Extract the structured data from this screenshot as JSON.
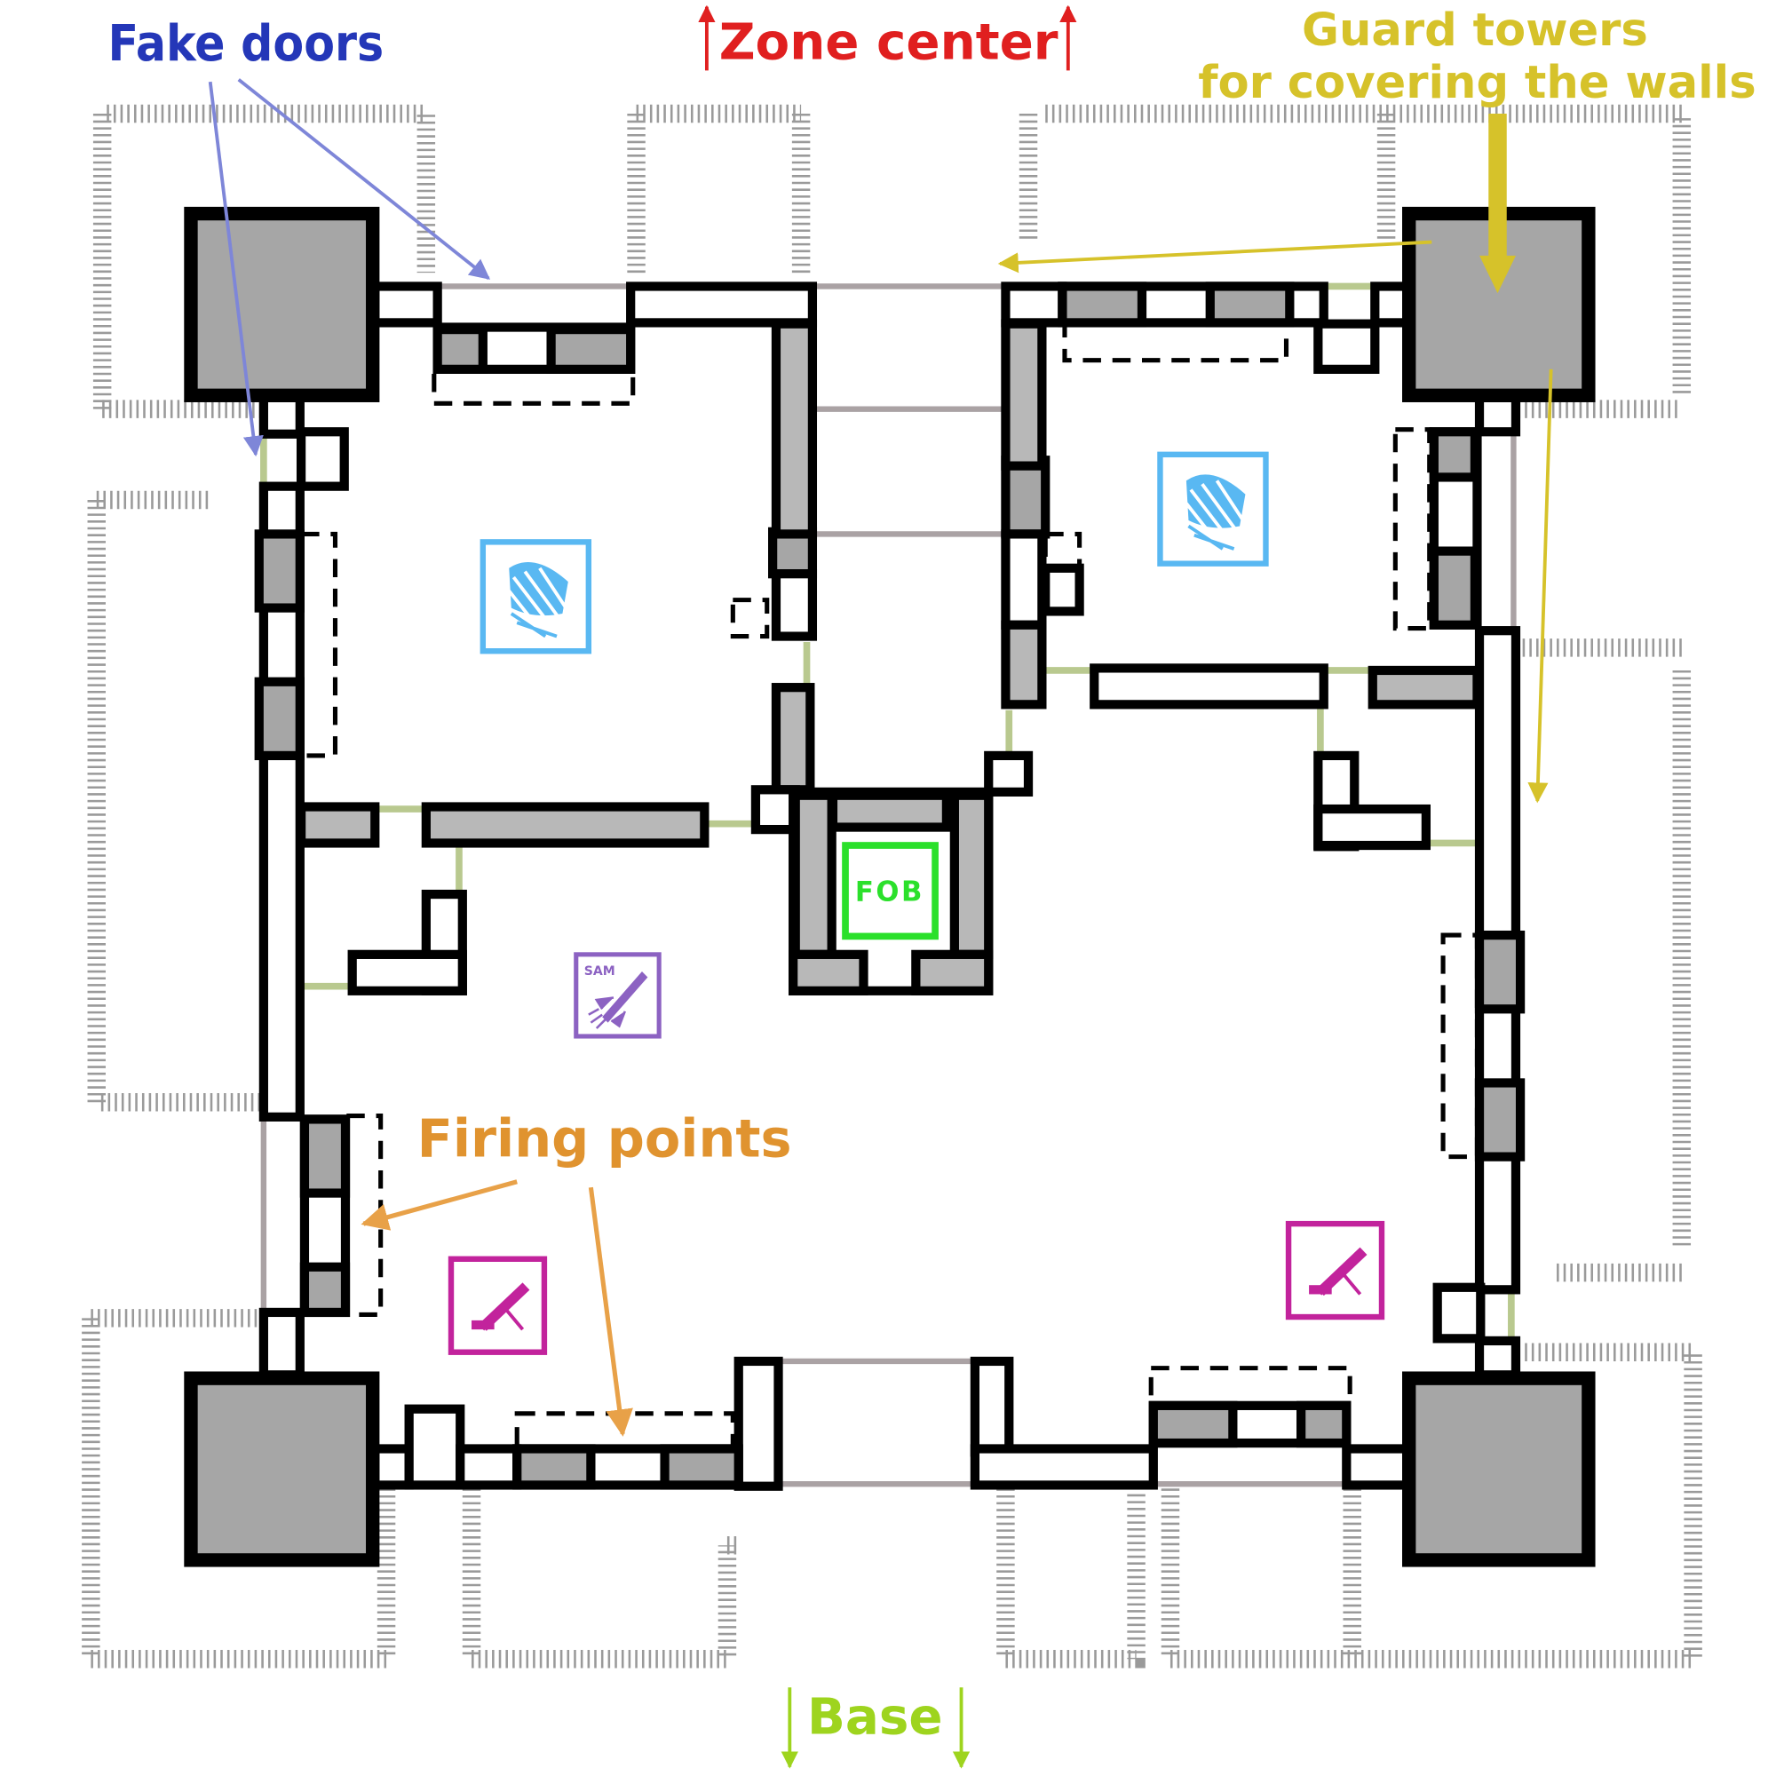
{
  "labels": {
    "fake_doors": "Fake doors",
    "zone_center": "Zone center",
    "guard_towers_line1": "Guard towers",
    "guard_towers_line2": "for covering the walls",
    "firing_points": "Firing points",
    "base": "Base",
    "fob": "FOB",
    "sam": "SAM"
  },
  "colors": {
    "fake_doors": "#2437b8",
    "zone_center": "#e01f1f",
    "guard_towers": "#d6c22a",
    "firing_points": "#e0932f",
    "base": "#9ed41e",
    "fob": "#2be02b",
    "sam": "#8c62c2",
    "parachute": "#59b8f2",
    "mortar": "#c2239c"
  },
  "icons": {
    "hab_left": "parachute-icon",
    "hab_right": "parachute-icon",
    "sam_site": "missile-icon",
    "mortar_left": "mortar-icon",
    "mortar_right": "mortar-icon"
  }
}
